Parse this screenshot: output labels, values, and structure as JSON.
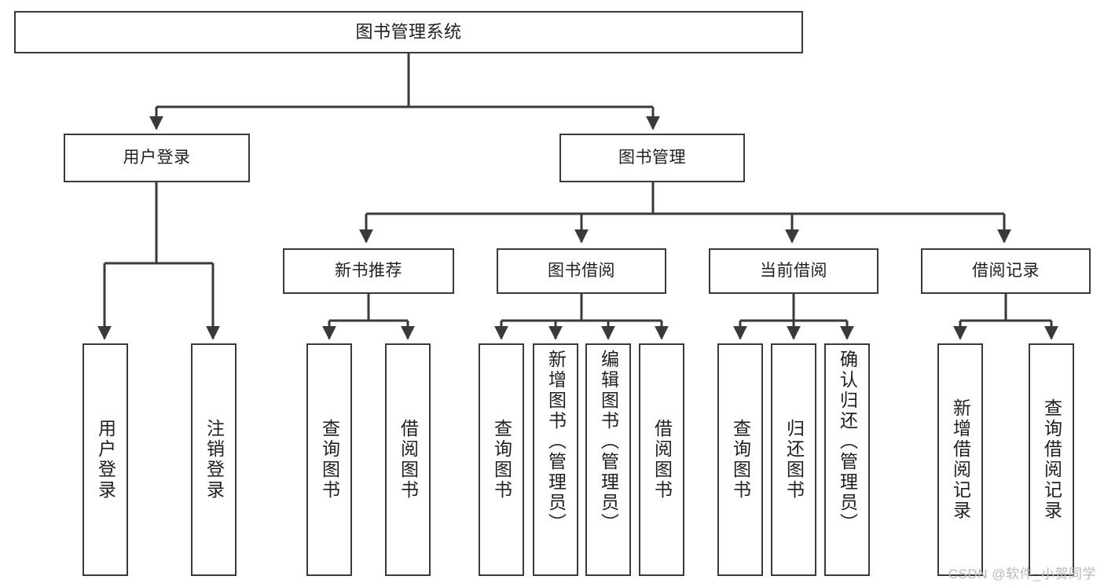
{
  "diagram": {
    "title": "图书管理系统",
    "type": "tree",
    "watermark": "CSDN @软件_小贺同学",
    "edge_color": "#3a3a3a",
    "box_border_color": "#3a3a3a",
    "background_color": "#ffffff",
    "text_color": "#1f1f1f"
  },
  "root": {
    "label": "图书管理系统"
  },
  "level1": [
    {
      "label": "用户登录"
    },
    {
      "label": "图书管理"
    }
  ],
  "level2": [
    {
      "label": "新书推荐"
    },
    {
      "label": "图书借阅"
    },
    {
      "label": "当前借阅"
    },
    {
      "label": "借阅记录"
    }
  ],
  "leaves": {
    "user_login": [
      {
        "label": "用户登录"
      },
      {
        "label": "注销登录"
      }
    ],
    "new_book_recommend": [
      {
        "label": "查询图书"
      },
      {
        "label": "借阅图书"
      }
    ],
    "book_borrow": [
      {
        "label": "查询图书"
      },
      {
        "label": "新增图书（管理员）"
      },
      {
        "label": "编辑图书（管理员）"
      },
      {
        "label": "借阅图书"
      }
    ],
    "current_borrow": [
      {
        "label": "查询图书"
      },
      {
        "label": "归还图书"
      },
      {
        "label": "确认归还（管理员）"
      }
    ],
    "borrow_record": [
      {
        "label": "新增借阅记录"
      },
      {
        "label": "查询借阅记录"
      }
    ]
  }
}
